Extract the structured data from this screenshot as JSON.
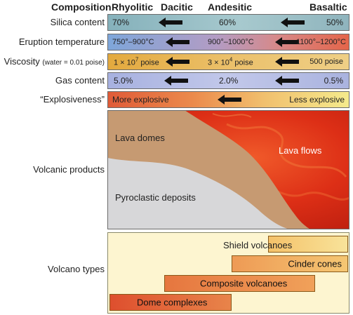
{
  "header": {
    "composition": "Composition",
    "rhyolitic": "Rhyolitic",
    "dacitic": "Dacitic",
    "andesitic": "Andesitic",
    "basaltic": "Basaltic"
  },
  "rows": {
    "silica": {
      "label": "Silica content",
      "left": "70%",
      "mid": "60%",
      "right": "50%"
    },
    "eruption": {
      "label": "Eruption temperature",
      "left": "750°–900°C",
      "mid": "900°–1000°C",
      "right": "1100°–1200°C"
    },
    "viscosity": {
      "label": "Viscosity",
      "label_note": "(water = 0.01 poise)",
      "left_base": "1 × 10",
      "left_exp": "7",
      "left_unit": " poise",
      "mid_base": "3 × 10",
      "mid_exp": "4",
      "mid_unit": " poise",
      "right": "500 poise"
    },
    "gas": {
      "label": "Gas content",
      "left": "5.0%",
      "mid": "2.0%",
      "right": "0.5%"
    },
    "explosive": {
      "label": "“Explosiveness”",
      "left": "More explosive",
      "right": "Less explosive"
    }
  },
  "products": {
    "label": "Volcanic products",
    "lava_domes": "Lava domes",
    "lava_flows": "Lava flows",
    "pyroclastic": "Pyroclastic deposits"
  },
  "types": {
    "label": "Volcano types",
    "shield": "Shield volcanoes",
    "cinder": "Cinder cones",
    "composite": "Composite volcanoes",
    "dome": "Dome complexes"
  },
  "icons": {
    "arrow": "left-arrow-icon"
  },
  "colors": {
    "silica": "#8fb7c0",
    "eruption_left": "#7fa4d6",
    "eruption_right": "#e46a4c",
    "viscosity": "#e7b14a",
    "gas": "#a9b3e2",
    "explosive_left": "#e2613c",
    "explosive_right": "#f4e987",
    "lava": "#e2351a",
    "domes": "#c79c74",
    "pyroclastic": "#d6d6d6",
    "types_bg": "#fdf6d2"
  }
}
